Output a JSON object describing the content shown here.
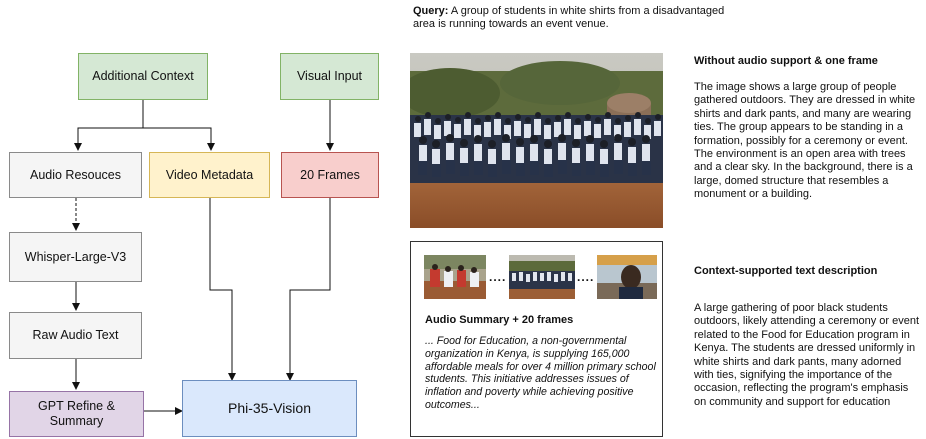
{
  "nodes": {
    "additional_context": "Additional Context",
    "visual_input": "Visual Input",
    "audio_resources": "Audio Resouces",
    "video_metadata": "Video Metadata",
    "frames": "20 Frames",
    "whisper": "Whisper-Large-V3",
    "raw_audio": "Raw Audio Text",
    "gpt_refine": "GPT Refine & Summary",
    "phi": "Phi-35-Vision"
  },
  "query": {
    "label": "Query:",
    "text": "A group of students in white shirts from a disadvantaged area is running towards an event venue."
  },
  "without_audio": {
    "heading": "Without audio support & one frame",
    "text": "The image shows a large group of people gathered outdoors. They are dressed in white shirts and dark pants, and many are wearing ties. The group appears to be standing in a formation, possibly for a ceremony or event. The environment is an open area with trees and a clear sky. In the background, there is a large, domed structure that resembles a monument or a building."
  },
  "context_supported": {
    "heading": "Context-supported text description",
    "text": "A large gathering of poor black students outdoors, likely attending a ceremony or event related to the Food for Education program in Kenya. The students are dressed uniformly in white shirts and dark pants, many adorned with ties, signifying the importance of the occasion, reflecting the program's emphasis on community and support for education"
  },
  "audio_card": {
    "dots": "....",
    "title": "Audio Summary + 20 frames",
    "text": "... Food for Education, a non-governmental organization in Kenya, is supplying 165,000 affordable meals for over 4 million primary school students. This initiative addresses issues of inflation and poverty while achieving positive outcomes..."
  },
  "colors": {
    "green": "#d5e8d4",
    "gray": "#f5f5f5",
    "yellow": "#fff2cc",
    "red": "#f8cecc",
    "purple": "#e1d5e7",
    "blue": "#dae8fc"
  }
}
